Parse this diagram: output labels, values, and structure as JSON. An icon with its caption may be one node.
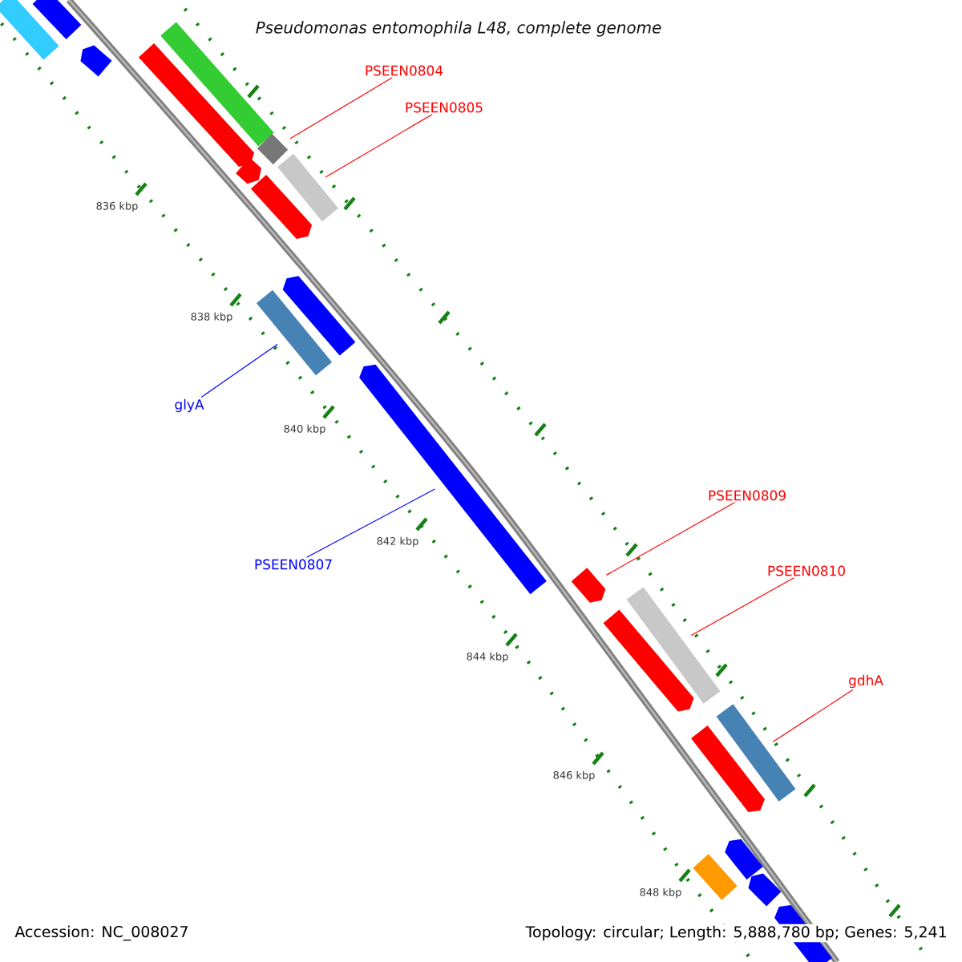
{
  "diagram": {
    "title": "Pseudomonas entomophila L48, complete genome",
    "nodes": [
      {
        "text": [
          "PSEEN0804"
        ]
      },
      {
        "text": [
          "PSEEN0805"
        ]
      },
      {
        "text": [
          "glyA"
        ]
      },
      {
        "text": [
          "PSEEN0807"
        ]
      },
      {
        "text": [
          "PSEEN0809"
        ]
      },
      {
        "text": [
          "PSEEN0810"
        ]
      },
      {
        "text": [
          "gdhA"
        ]
      },
      {
        "text": [],
        "shape": "bar"
      },
      {
        "text": [],
        "shape": "bar"
      },
      {
        "text": [],
        "shape": "bar"
      },
      {
        "text": [],
        "shape": "bar"
      },
      {
        "text": [],
        "shape": "bar"
      },
      {
        "text": [],
        "shape": "bar"
      },
      {
        "text": [],
        "shape": "bar"
      },
      {
        "text": [],
        "shape": "bar"
      },
      {
        "text": [],
        "shape": "bar"
      },
      {
        "text": [],
        "shape": "bar"
      },
      {
        "text": [],
        "shape": "bar"
      },
      {
        "text": [],
        "shape": "bar"
      },
      {
        "text": [],
        "shape": "bar"
      },
      {
        "text": [],
        "shape": "bar"
      },
      {
        "text": [],
        "shape": "bar"
      },
      {
        "text": [],
        "shape": "bar"
      },
      {
        "text": [],
        "shape": "bar"
      },
      {
        "text": [],
        "shape": "bar"
      },
      {
        "text": [],
        "shape": "bar"
      },
      {
        "text": [],
        "shape": "bar"
      },
      {
        "text": [],
        "shape": "bar"
      }
    ],
    "edges": [
      {
        "from": 0,
        "to": 12,
        "arrow": "none"
      },
      {
        "from": 1,
        "to": 14,
        "arrow": "none"
      },
      {
        "from": 2,
        "to": 17,
        "arrow": "none",
        "color": "#0000ff"
      },
      {
        "from": 3,
        "to": 18,
        "arrow": "none",
        "color": "#0000ff"
      },
      {
        "from": 4,
        "to": 19,
        "arrow": "none"
      },
      {
        "from": 5,
        "to": 20,
        "arrow": "none"
      },
      {
        "from": 6,
        "to": 22,
        "arrow": "none"
      }
    ],
    "labels": [
      "836 kbp",
      "838 kbp",
      "840 kbp",
      "842 kbp",
      "844 kbp",
      "846 kbp",
      "848 kbp",
      "Accession: NC_008027",
      "Topology: circular; Length: 5,888,780 bp; Genes: 5,241"
    ]
  }
}
